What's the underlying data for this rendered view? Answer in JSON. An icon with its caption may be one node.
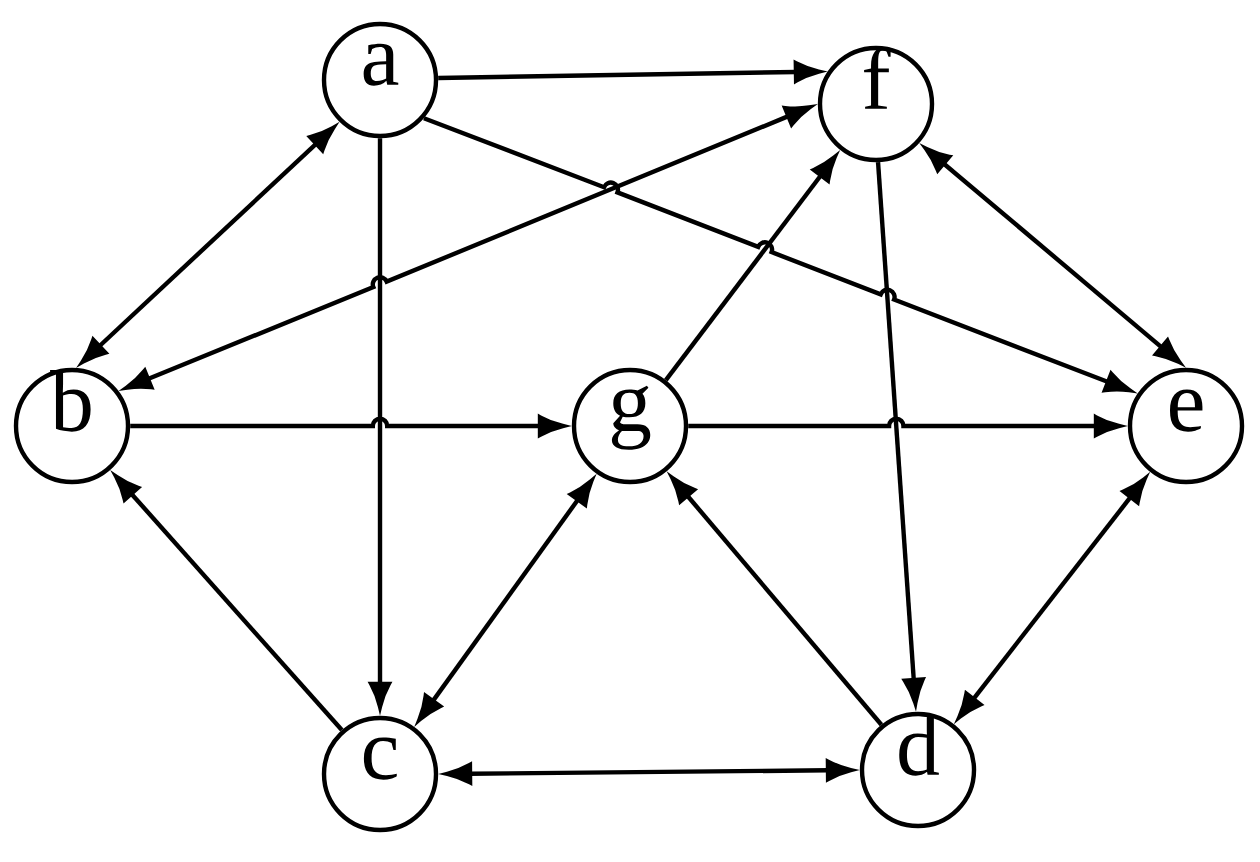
{
  "diagram": {
    "nodes": [
      {
        "text": [
          "a"
        ]
      },
      {
        "text": [
          "f"
        ]
      },
      {
        "text": [
          "b"
        ]
      },
      {
        "text": [
          "g"
        ]
      },
      {
        "text": [
          "e"
        ]
      },
      {
        "text": [
          "c"
        ]
      },
      {
        "text": [
          "d"
        ]
      }
    ],
    "edges": [
      {
        "from": 0,
        "to": 1,
        "arrow": "to"
      },
      {
        "from": 0,
        "to": 2,
        "arrow": "both"
      },
      {
        "from": 0,
        "to": 5,
        "arrow": "to"
      },
      {
        "from": 1,
        "to": 6,
        "arrow": "to"
      },
      {
        "from": 3,
        "to": 1,
        "arrow": "to"
      },
      {
        "from": 1,
        "to": 2,
        "arrow": "both"
      },
      {
        "from": 0,
        "to": 4,
        "arrow": "to"
      },
      {
        "from": 1,
        "to": 4,
        "arrow": "both"
      },
      {
        "from": 2,
        "to": 3,
        "arrow": "to"
      },
      {
        "from": 3,
        "to": 4,
        "arrow": "to"
      },
      {
        "from": 3,
        "to": 5,
        "arrow": "both"
      },
      {
        "from": 5,
        "to": 2,
        "arrow": "to"
      },
      {
        "from": 5,
        "to": 6,
        "arrow": "both"
      },
      {
        "from": 6,
        "to": 3,
        "arrow": "to"
      },
      {
        "from": 6,
        "to": 4,
        "arrow": "both"
      }
    ]
  }
}
